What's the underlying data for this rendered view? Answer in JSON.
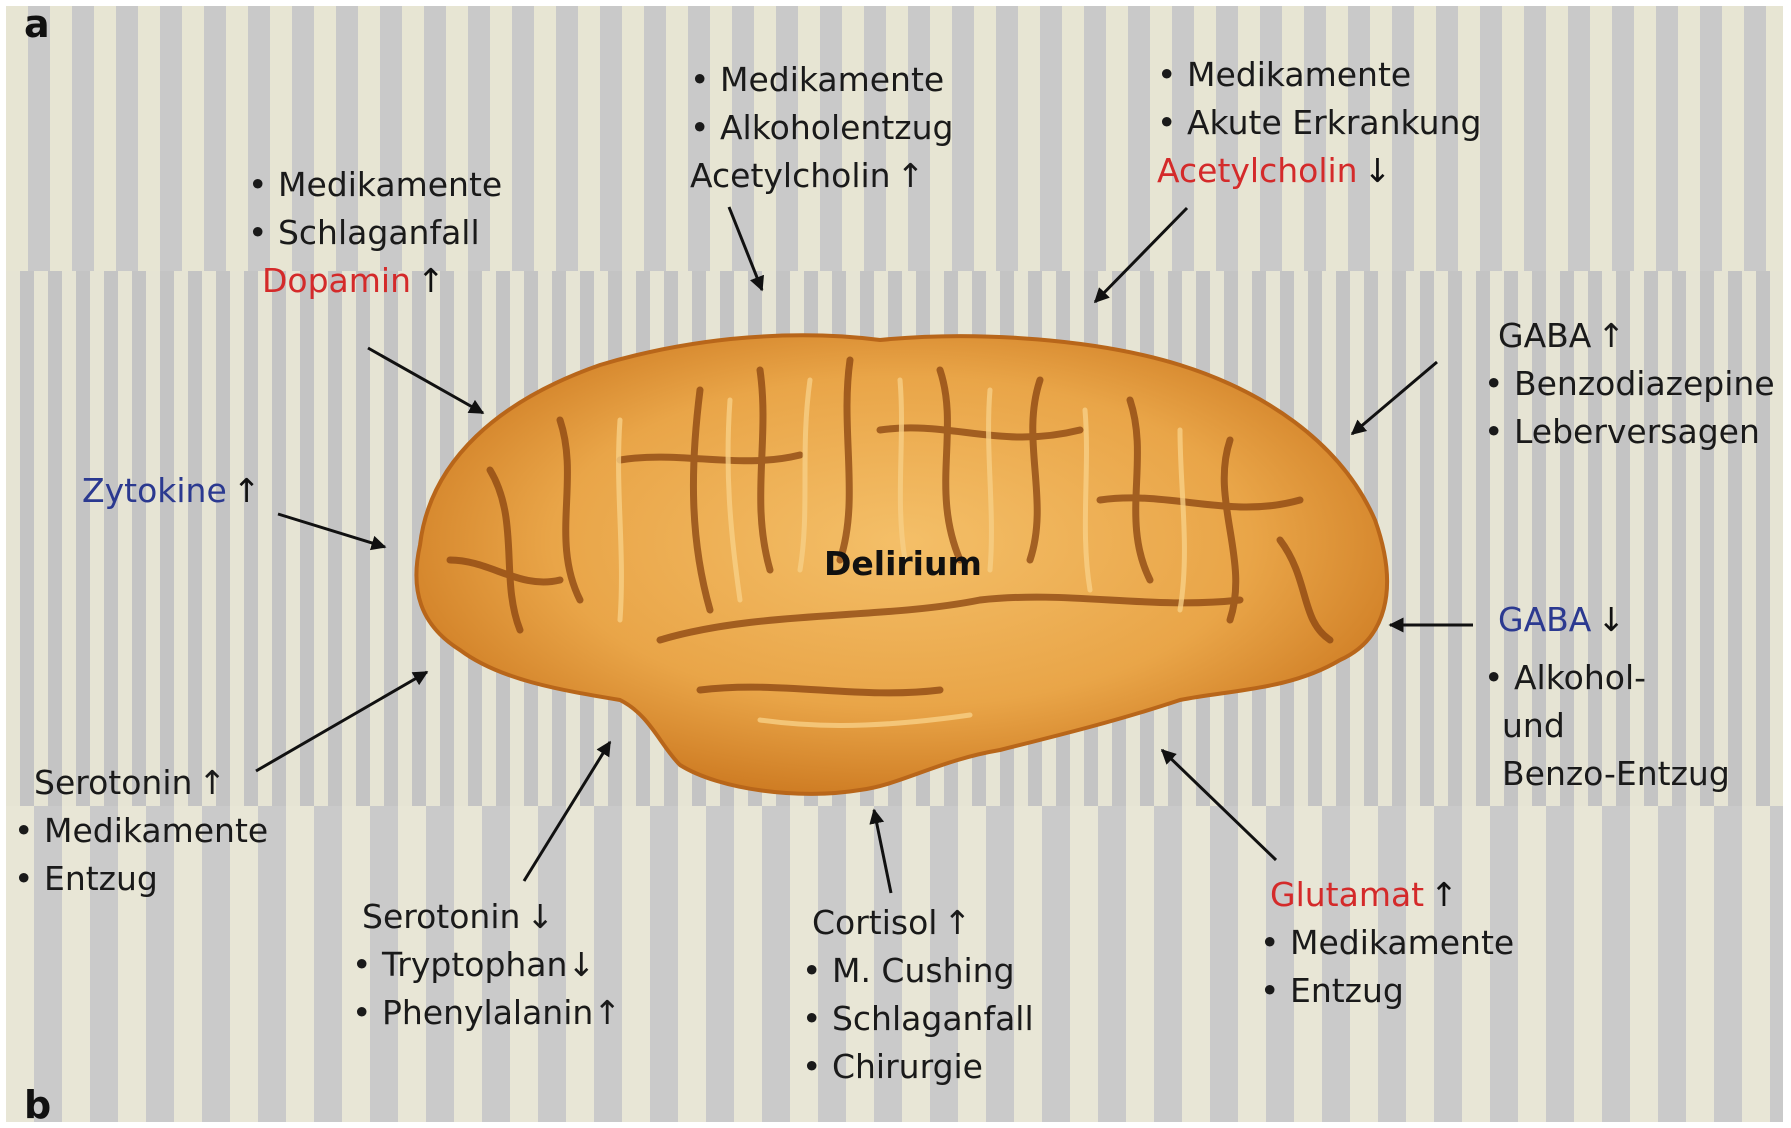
{
  "panels": {
    "a": "a",
    "b": "b"
  },
  "center": "Delirium",
  "colors": {
    "red": "#d42a2a",
    "blue": "#2b3990",
    "black": "#1a1a1a",
    "stripe_light": "#e7e5d3",
    "stripe_grey": "#c9c9c9",
    "brain_light": "#f0b25a",
    "brain_dark": "#c46a12"
  },
  "labels": {
    "dopamine": {
      "bullets": [
        "Medikamente",
        "Schlaganfall"
      ],
      "title": "Dopamin",
      "arrow": "↑"
    },
    "ach_up": {
      "bullets": [
        "Medikamente",
        "Alkoholentzug"
      ],
      "title": "Acetylcholin",
      "arrow": "↑"
    },
    "ach_down": {
      "bullets": [
        "Medikamente",
        "Akute Erkrankung"
      ],
      "title": "Acetylcholin",
      "arrow": "↓"
    },
    "gaba_up": {
      "title": "GABA",
      "arrow": "↑",
      "bullets": [
        "Benzodiazepine",
        "Leberversagen"
      ]
    },
    "zytokine": {
      "title": "Zytokine",
      "arrow": "↑"
    },
    "gaba_down": {
      "title": "GABA",
      "arrow": "↓",
      "bullet": "Alkohol-",
      "cont": [
        "und",
        "Benzo-Entzug"
      ]
    },
    "serotonin_up": {
      "title": "Serotonin",
      "arrow": "↑",
      "bullets": [
        "Medikamente",
        "Entzug"
      ]
    },
    "serotonin_down": {
      "title": "Serotonin",
      "arrow": "↓",
      "b1": "Tryptophan",
      "b1_arrow": "↓",
      "b2": "Phenylalanin",
      "b2_arrow": "↑"
    },
    "cortisol": {
      "title": "Cortisol",
      "arrow": "↑",
      "bullets": [
        "M. Cushing",
        "Schlaganfall",
        "Chirurgie"
      ]
    },
    "glutamat": {
      "title": "Glutamat",
      "arrow": "↑",
      "bullets": [
        "Medikamente",
        "Entzug"
      ]
    }
  }
}
